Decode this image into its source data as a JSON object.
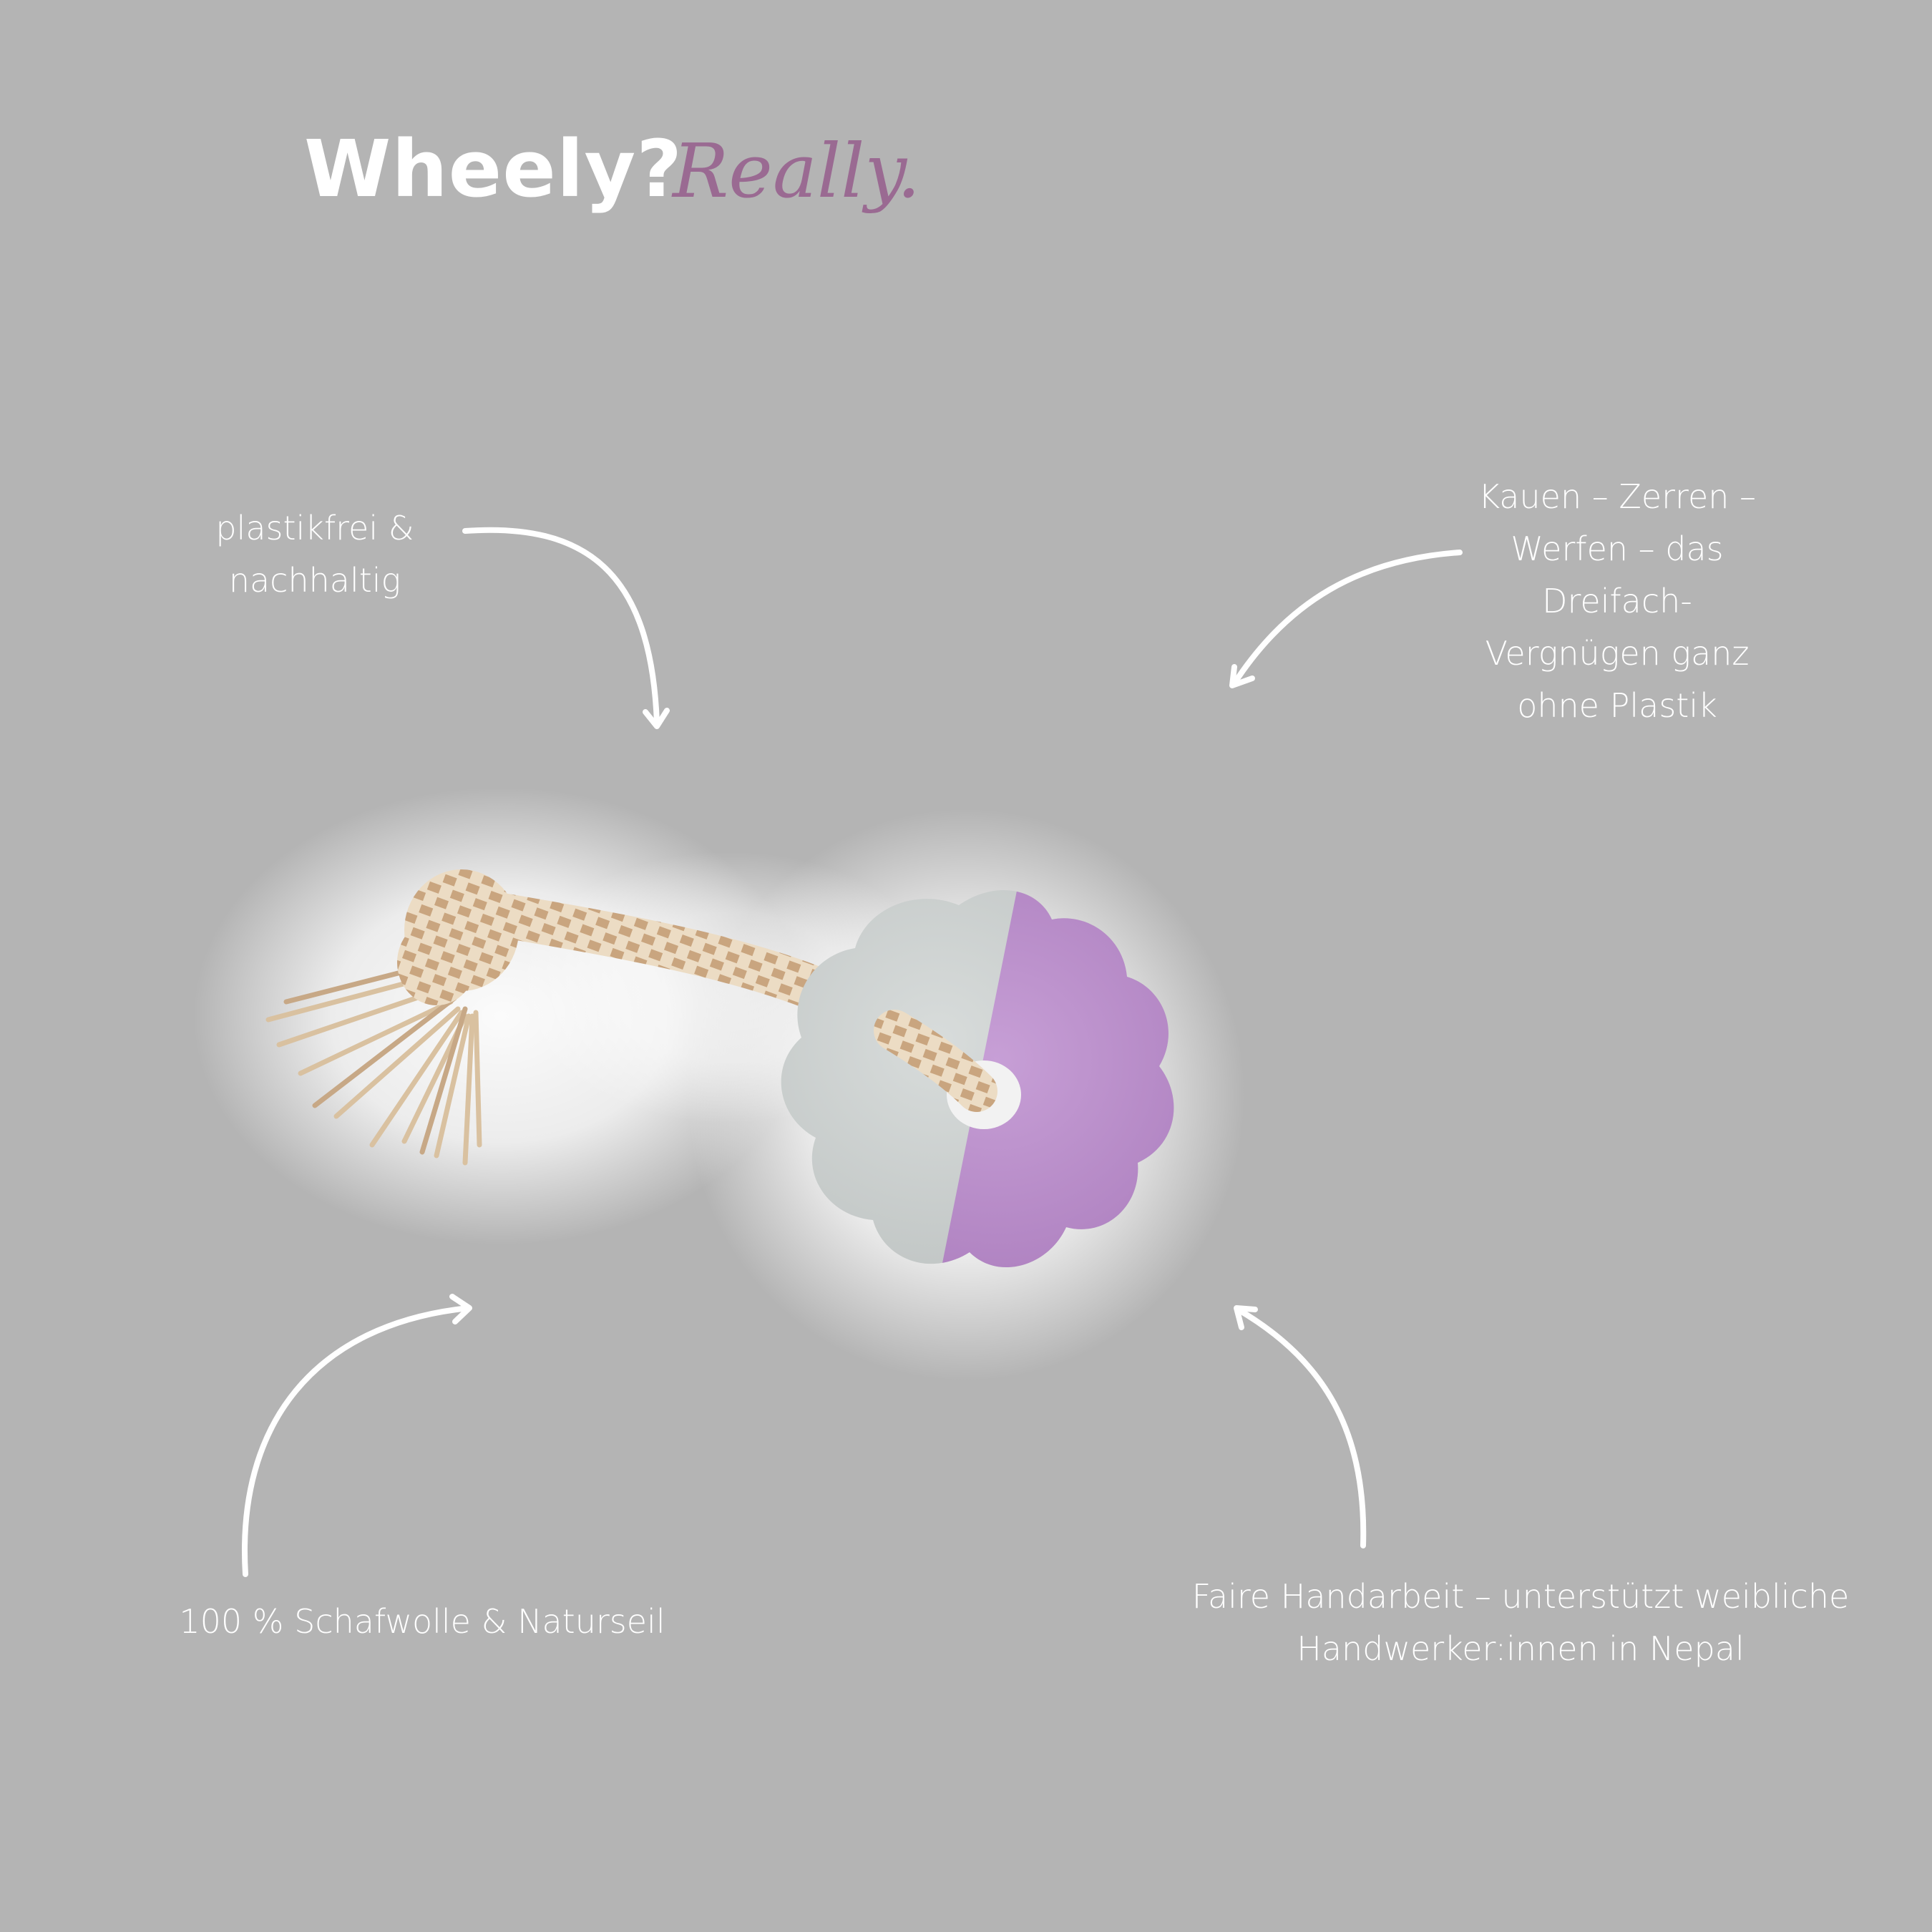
{
  "title": {
    "main": "Wheely?",
    "accent": "Really."
  },
  "callouts": {
    "top_left": [
      "plastikfrei &",
      "nachhaltig"
    ],
    "top_right": [
      "Kauen – Zerren –",
      "Werfen – das",
      "Dreifach-",
      "Vergnügen ganz",
      "ohne Plastik"
    ],
    "bottom_left": [
      "100 % Schafwolle & Naturseil"
    ],
    "bottom_right": [
      "Faire Handarbeit – unterstützt weibliche",
      "Handwerker:innen in Nepal"
    ]
  },
  "colors": {
    "background": "#b4b4b4",
    "text": "#ffffff",
    "accent": "#9a6a92",
    "felt_grey": "#cfd3d2",
    "felt_purple": "#b98ccb",
    "rope": "#e3cfb2"
  },
  "product": {
    "icon": "felt-wheel-rope-toy-icon"
  }
}
